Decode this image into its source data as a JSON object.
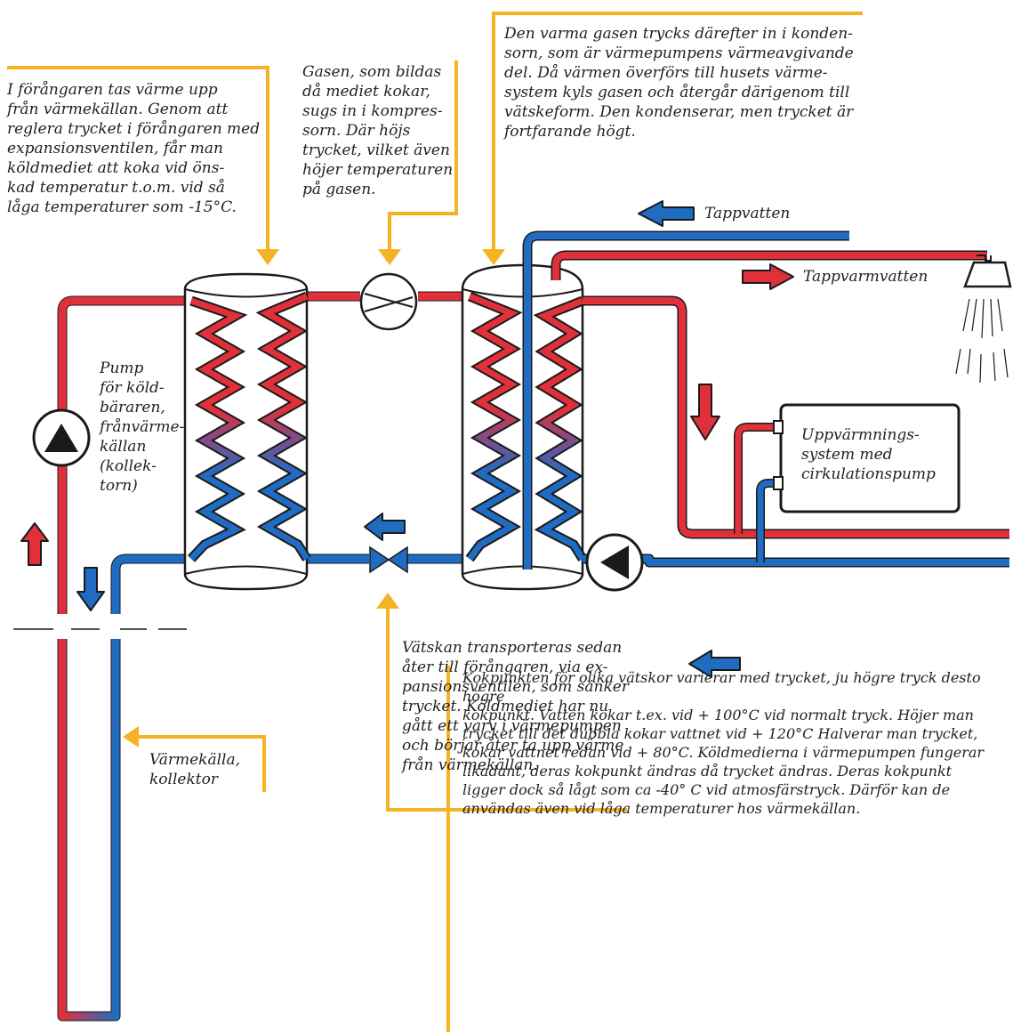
{
  "texts": {
    "evaporator_note": "I förångaren tas värme upp\nfrån värmekällan. Genom att\nreglera trycket i förångaren med\nexpansionsventilen, får man\nköldmediet att koka vid öns-\nkad temperatur t.o.m. vid så\nlåga temperaturer som -15°C.",
    "compressor_note": "Gasen, som bildas\ndå mediet kokar,\nsugs in i kompres-\nsorn. Där höjs\ntrycket, vilket även\nhöjer temperaturen\npå gasen.",
    "condenser_note": "Den varma gasen trycks därefter in i konden-\nsorn, som är värmepumpens värmeavgivande\ndel. Då värmen överförs till husets värme-\nsystem kyls gasen och återgår därigenom till\nvätskeform. Den kondenserar, men trycket är\nfortfarande högt.",
    "tap_water": "Tappvatten",
    "hot_tap_water": "Tappvarmvatten",
    "pump_label": "Pump\nför köld-\nbäraren,\nfrånvärme-\nkällan\n(kollek-\ntorn)",
    "heating_system": "Uppvärmnings-\nsystem med\ncirkulationspump",
    "expansion_note": "Vätskan transporteras sedan\nåter till förångaren, via ex-\npansionsventilen, som sänker\ntrycket. Köldmediet har nu\ngått ett varv i värmepumpen\noch börjar åter ta upp värme\nfrån värmekällan.",
    "heat_source": "Värmekälla,\nkollektor",
    "boiling_note": "Kokpunkten för olika vätskor varierar med trycket, ju högre tryck desto högre\nkokpunkt. Vatten kokar t.ex. vid + 100°C vid normalt tryck. Höjer man\ntrycket till det dubbla kokar vattnet vid + 120°C Halverar man trycket,\nkokar vattnet redan vid + 80°C. Köldmedierna i värmepumpen fungerar\nlikadant, deras kokpunkt ändras då trycket ändras. Deras kokpunkt\nligger dock så lågt som ca -40° C vid atmosfärstryck. Därför kan de\nanvändas även vid låga temperaturer hos värmekällan."
  },
  "colors": {
    "hot": "#e0313a",
    "cold": "#1f6cc2",
    "callout": "#f5b323",
    "outline": "#1a1a1a"
  }
}
